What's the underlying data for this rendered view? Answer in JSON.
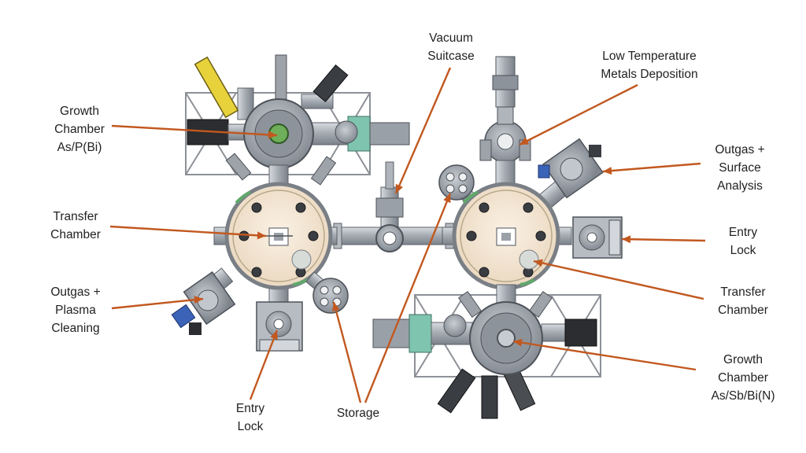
{
  "colors": {
    "arrow": "#c2581f",
    "label_text": "#222222",
    "chamber_fill": "#f3e6d4",
    "chamber_ring": "#7a7f86",
    "steel": "#a9aeb5",
    "steel_dark": "#5b6068",
    "frame": "#8d9197",
    "accent_green": "#7fc4ae",
    "accent_yellow": "#e8d23c",
    "accent_blue": "#3b63b8",
    "motor_black": "#2b2d30"
  },
  "labels": {
    "growth_chamber_left": [
      "Growth",
      "Chamber",
      "As/P(Bi)"
    ],
    "transfer_chamber_left": [
      "Transfer",
      "Chamber"
    ],
    "outgas_plasma": [
      "Outgas +",
      "Plasma",
      "Cleaning"
    ],
    "entry_lock_left": [
      "Entry",
      "Lock"
    ],
    "storage": [
      "Storage"
    ],
    "vacuum_suitcase": [
      "Vacuum",
      "Suitcase"
    ],
    "low_temp_metals": [
      "Low Temperature",
      "Metals Deposition"
    ],
    "outgas_surface": [
      "Outgas +",
      "Surface",
      "Analysis"
    ],
    "entry_lock_right": [
      "Entry",
      "Lock"
    ],
    "transfer_chamber_right": [
      "Transfer",
      "Chamber"
    ],
    "growth_chamber_right": [
      "Growth",
      "Chamber",
      "As/Sb/Bi(N)"
    ]
  }
}
